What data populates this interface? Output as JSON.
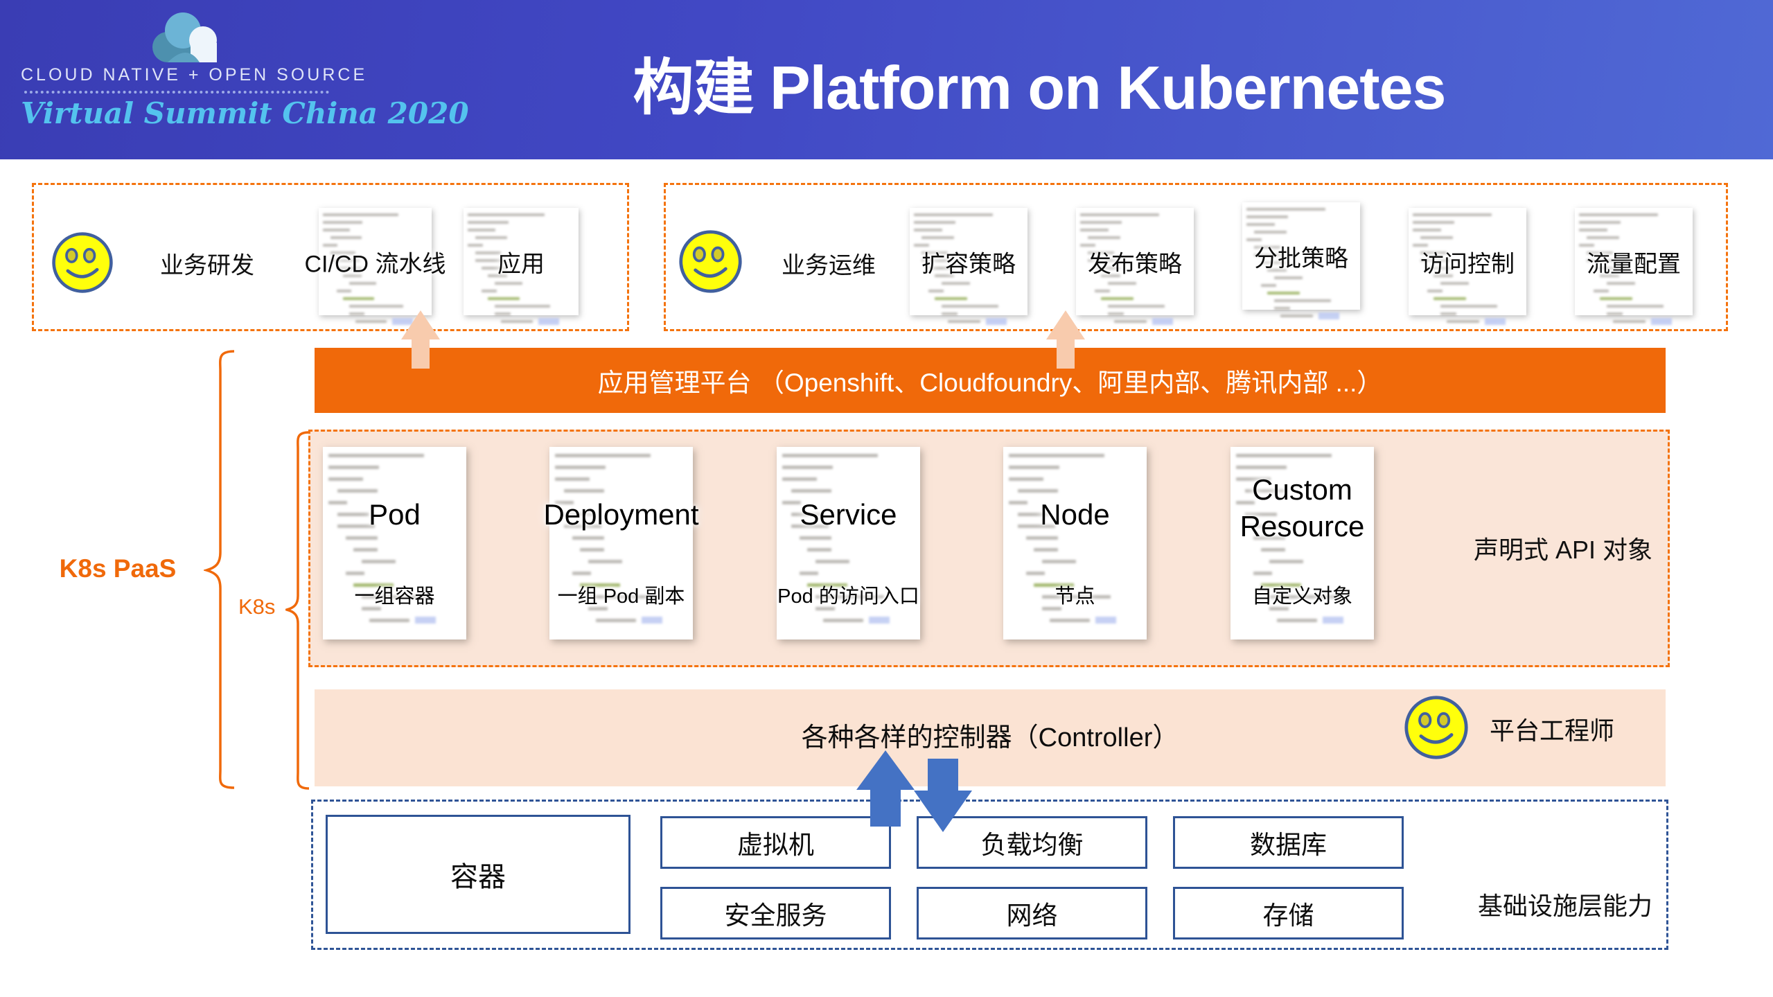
{
  "header": {
    "logo": {
      "line1": "CLOUD NATIVE + OPEN SOURCE",
      "line2": "Virtual Summit China 2020"
    },
    "title": "构建 Platform on Kubernetes"
  },
  "dev_box": {
    "persona": "业务研发",
    "cards": [
      {
        "label": "CI/CD 流水线"
      },
      {
        "label": "应用"
      }
    ]
  },
  "ops_box": {
    "persona": "业务运维",
    "cards": [
      {
        "label": "扩容策略"
      },
      {
        "label": "发布策略"
      },
      {
        "label": "分批策略"
      },
      {
        "label": "访问控制"
      },
      {
        "label": "流量配置"
      }
    ]
  },
  "platform_bar": {
    "label": "应用管理平台 （Openshift、Cloudfoundry、阿里内部、腾讯内部 ...）"
  },
  "k8s": {
    "paas_label": "K8s PaaS",
    "k8s_label": "K8s"
  },
  "api_box": {
    "cards": [
      {
        "name": "Pod",
        "desc": "一组容器"
      },
      {
        "name": "Deployment",
        "desc": "一组 Pod  副本"
      },
      {
        "name": "Service",
        "desc": "Pod 的访问入口"
      },
      {
        "name": "Node",
        "desc": "节点"
      },
      {
        "name": "Custom Resource",
        "desc": "自定义对象"
      }
    ],
    "side_label": "声明式 API 对象"
  },
  "controller_bar": {
    "label": "各种各样的控制器（Controller）",
    "persona": "平台工程师"
  },
  "infra_box": {
    "container_label": "容器",
    "rows": [
      [
        "虚拟机",
        "负载均衡",
        "数据库"
      ],
      [
        "安全服务",
        "网络",
        "存储"
      ]
    ],
    "side_label": "基础设施层能力"
  },
  "colors": {
    "header_gradient_left": "#3a3db4",
    "header_gradient_right": "#5069d5",
    "accent_orange": "#f0690a",
    "dashed_orange": "#f4730e",
    "peach_fill": "#fae5d8",
    "controller_peach": "#fbe3d3",
    "peach_arrow": "#f8cbad",
    "blue_arrow": "#4472c4",
    "infra_blue": "#2f5496",
    "smiley_yellow": "#ffff0b",
    "script_blue": "#54c3ee"
  },
  "decor": {
    "icons": [
      "cloud-icon",
      "smiley-face-icon",
      "up-arrow-icon",
      "down-arrow-icon",
      "curly-brace-icon"
    ],
    "code_lines": [
      {
        "i": 0,
        "w": 72,
        "c": "a"
      },
      {
        "i": 0,
        "w": 38,
        "c": "a"
      },
      {
        "i": 0,
        "w": 26,
        "c": "a"
      },
      {
        "i": 7,
        "w": 30,
        "c": "a"
      },
      {
        "i": 0,
        "w": 14,
        "c": "a"
      },
      {
        "i": 7,
        "w": 24,
        "c": "a"
      },
      {
        "i": 7,
        "w": 28,
        "c": "a"
      },
      {
        "i": 13,
        "w": 24,
        "c": "a"
      },
      {
        "i": 19,
        "w": 18,
        "c": "a"
      },
      {
        "i": 25,
        "w": 26,
        "c": "a"
      },
      {
        "i": 13,
        "w": 14,
        "c": "a"
      },
      {
        "i": 19,
        "w": 30,
        "c": "b"
      },
      {
        "i": 25,
        "w": 52,
        "c": "a"
      },
      {
        "i": 25,
        "w": 15,
        "c": "a"
      },
      {
        "i": 31,
        "w": 30,
        "c": "a",
        "chip": true
      }
    ]
  }
}
